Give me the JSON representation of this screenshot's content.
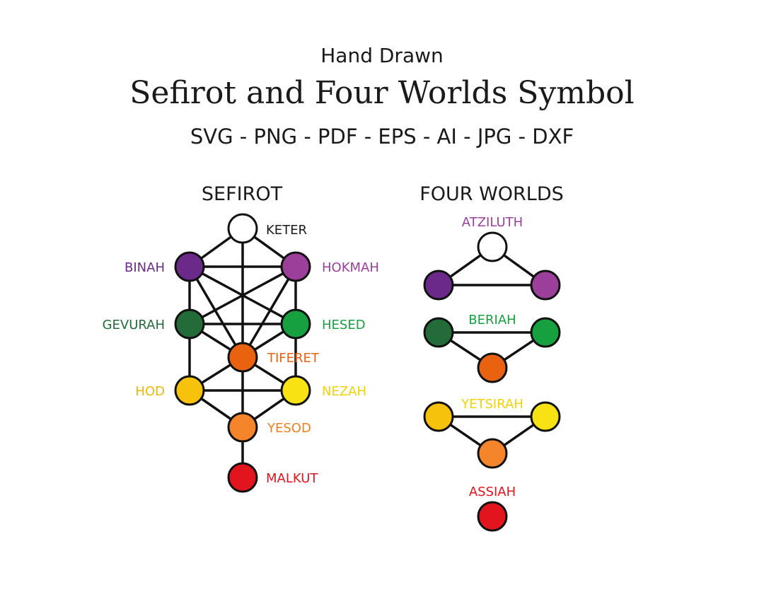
{
  "header": {
    "subtitle": "Hand Drawn",
    "title": "Sefirot and Four Worlds Symbol",
    "formats": "SVG - PNG - PDF - EPS - AI - JPG - DXF"
  },
  "sefirot": {
    "heading": "SEFIROT",
    "nodes": [
      {
        "label": "KETER",
        "color": "#ffffff",
        "label_color": "#1a1a1a"
      },
      {
        "label": "BINAH",
        "color": "#6b2a8a",
        "label_color": "#6b2a8a"
      },
      {
        "label": "HOKMAH",
        "color": "#9b3f9b",
        "label_color": "#9b3f9b"
      },
      {
        "label": "GEVURAH",
        "color": "#236b38",
        "label_color": "#236b38"
      },
      {
        "label": "HESED",
        "color": "#16a040",
        "label_color": "#16a040"
      },
      {
        "label": "TIFERET",
        "color": "#e8620f",
        "label_color": "#e8620f"
      },
      {
        "label": "HOD",
        "color": "#f7c20c",
        "label_color": "#f2b705"
      },
      {
        "label": "NEZAH",
        "color": "#f9e213",
        "label_color": "#f2d205"
      },
      {
        "label": "YESOD",
        "color": "#f5852a",
        "label_color": "#f07f1e"
      },
      {
        "label": "MALKUT",
        "color": "#e2141d",
        "label_color": "#e2141d"
      }
    ]
  },
  "four_worlds": {
    "heading": "FOUR WORLDS",
    "worlds": [
      {
        "label": "ATZILUTH",
        "label_color": "#9b3f9b",
        "colors": [
          "#ffffff",
          "#6b2a8a",
          "#9b3f9b"
        ]
      },
      {
        "label": "BERIAH",
        "label_color": "#16a040",
        "colors": [
          "#236b38",
          "#16a040",
          "#e8620f"
        ]
      },
      {
        "label": "YETSIRAH",
        "label_color": "#f2d205",
        "colors": [
          "#f7c20c",
          "#f9e213",
          "#f5852a"
        ]
      },
      {
        "label": "ASSIAH",
        "label_color": "#e2141d",
        "colors": [
          "#e2141d"
        ]
      }
    ]
  }
}
